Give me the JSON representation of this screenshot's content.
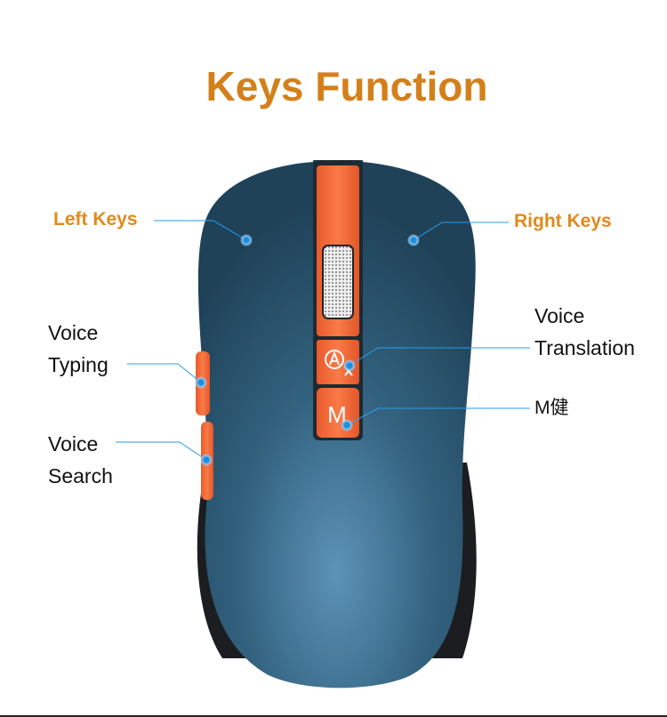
{
  "title": "Keys Function",
  "labels": {
    "left_keys": "Left Keys",
    "right_keys": "Right Keys",
    "voice_typing_1": "Voice",
    "voice_typing_2": "Typing",
    "voice_search_1": "Voice",
    "voice_search_2": "Search",
    "voice_translation_1": "Voice",
    "voice_translation_2": "Translation",
    "m_key": "M健"
  },
  "button_glyphs": {
    "m_button": "M"
  },
  "colors": {
    "title": "#d4801a",
    "mouse_body": "#2f5a74",
    "accent_orange": "#f06a3a",
    "leader_line": "#2a9ee8"
  }
}
